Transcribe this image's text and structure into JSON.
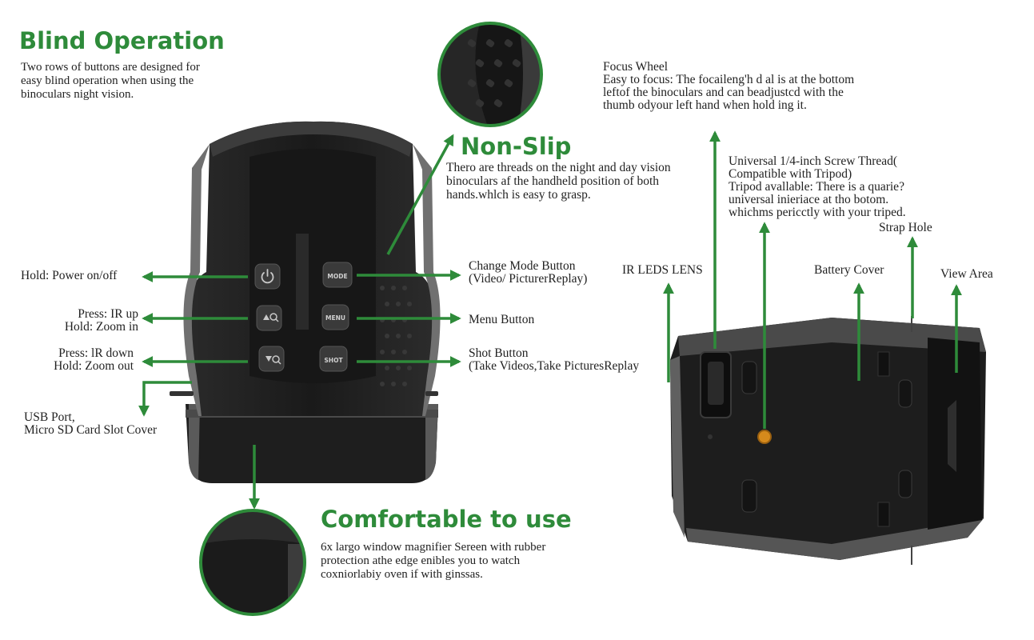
{
  "colors": {
    "accent": "#2e8b3a",
    "text": "#222222",
    "device_dark": "#1c1c1c",
    "device_edge": "#6a6a6a"
  },
  "sections": {
    "blind_operation": {
      "title": "Blind Operation",
      "body": "Two rows of buttons are designed for\neasy blind operation when using the\nbinoculars night vision."
    },
    "non_slip": {
      "title": "Non-Slip",
      "body": "Thero are threads on the night and day vision\nbinoculars af the handheld position of both\nhands.whlch is easy to grasp."
    },
    "comfortable": {
      "title": "Comfortable to use",
      "body": "6x largo window magnifier Sereen with rubber\nprotection athe edge enibles you to watch\ncoxniorlabiy oven if with ginssas."
    }
  },
  "labels": {
    "power": "Hold: Power on/off",
    "ir_up": "Press: IR up\nHold: Zoom in",
    "ir_down": "Press: lR down\nHold: Zoom out",
    "usb": "USB Port,\nMicro SD Card Slot Cover",
    "mode": "Change Mode Button\n(Video/ PicturerReplay)",
    "menu": "Menu Button",
    "shot": "Shot Button\n(Take Videos,Take PicturesReplay",
    "focus": "Focus Wheel\nEasy to focus: The focaileng'h d al is at the bottom\nleftof the binoculars and can beadjustcd with the\nthumb odyour left hand when hold ing it.",
    "screw": "Universal 1/4-inch Screw Thread(\nCompatible with Tripod)\nTripod avallable: There is a quarie?\nuniversal inieriace at tho botom.\nwhichms pericctly with your triped.",
    "strap": "Strap Hole",
    "ir_leds": "IR LEDS LENS",
    "battery": "Battery Cover",
    "view": "View Area"
  },
  "buttons": {
    "mode": "MODE",
    "menu": "MENU",
    "shot": "SHOT"
  },
  "icons": [
    "power-icon",
    "ir-up-zoom-in-icon",
    "ir-down-zoom-out-icon"
  ]
}
